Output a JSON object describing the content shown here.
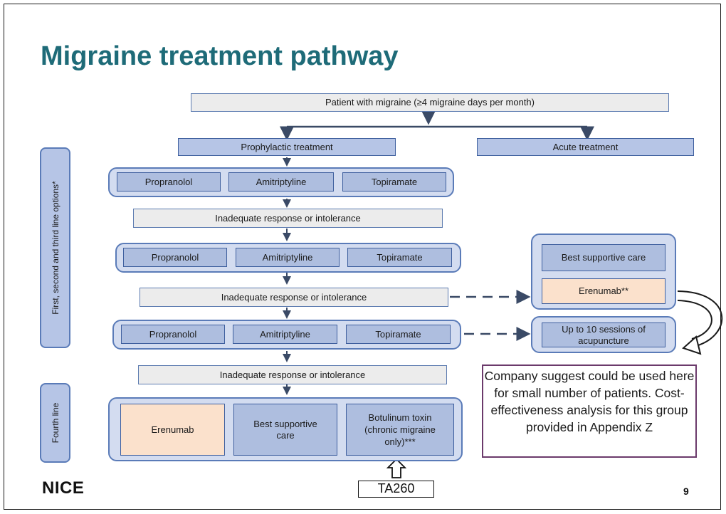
{
  "slide": {
    "title": "Migraine treatment pathway",
    "page_number": "9",
    "logo_text": "NICE"
  },
  "pathway": {
    "top": "Patient with migraine (≥4 migraine days per month)",
    "prophylactic": "Prophylactic treatment",
    "acute": "Acute treatment",
    "rows": [
      {
        "drugs": [
          "Propranolol",
          "Amitriptyline",
          "Topiramate"
        ]
      },
      {
        "drugs": [
          "Propranolol",
          "Amitriptyline",
          "Topiramate"
        ]
      },
      {
        "drugs": [
          "Propranolol",
          "Amitriptyline",
          "Topiramate"
        ]
      }
    ],
    "inadequate": [
      "Inadequate response or intolerance",
      "Inadequate response or intolerance",
      "Inadequate response or intolerance"
    ],
    "right_group": {
      "best_supportive_care": "Best supportive care",
      "erenumab": "Erenumab**"
    },
    "acupuncture": "Up to 10 sessions of acupuncture",
    "fourth_line": {
      "erenumab": "Erenumab",
      "best_supportive_care": "Best supportive care",
      "botulinum": "Botulinum toxin (chronic migraine only)***"
    },
    "side_labels": {
      "first_to_third": "First, second and third line options*",
      "fourth": "Fourth line"
    },
    "company_note": "Company suggest could be used here for small number of patients. Cost-effectiveness analysis for this group provided in Appendix Z",
    "ta_label": "TA260"
  },
  "colors": {
    "title": "#1e6b78",
    "box_blue": "#b6c5e6",
    "box_grey": "#ececec",
    "box_peach": "#fbe1cc",
    "group_fill": "#d3dcf0",
    "note_border": "#6b3a6b"
  }
}
